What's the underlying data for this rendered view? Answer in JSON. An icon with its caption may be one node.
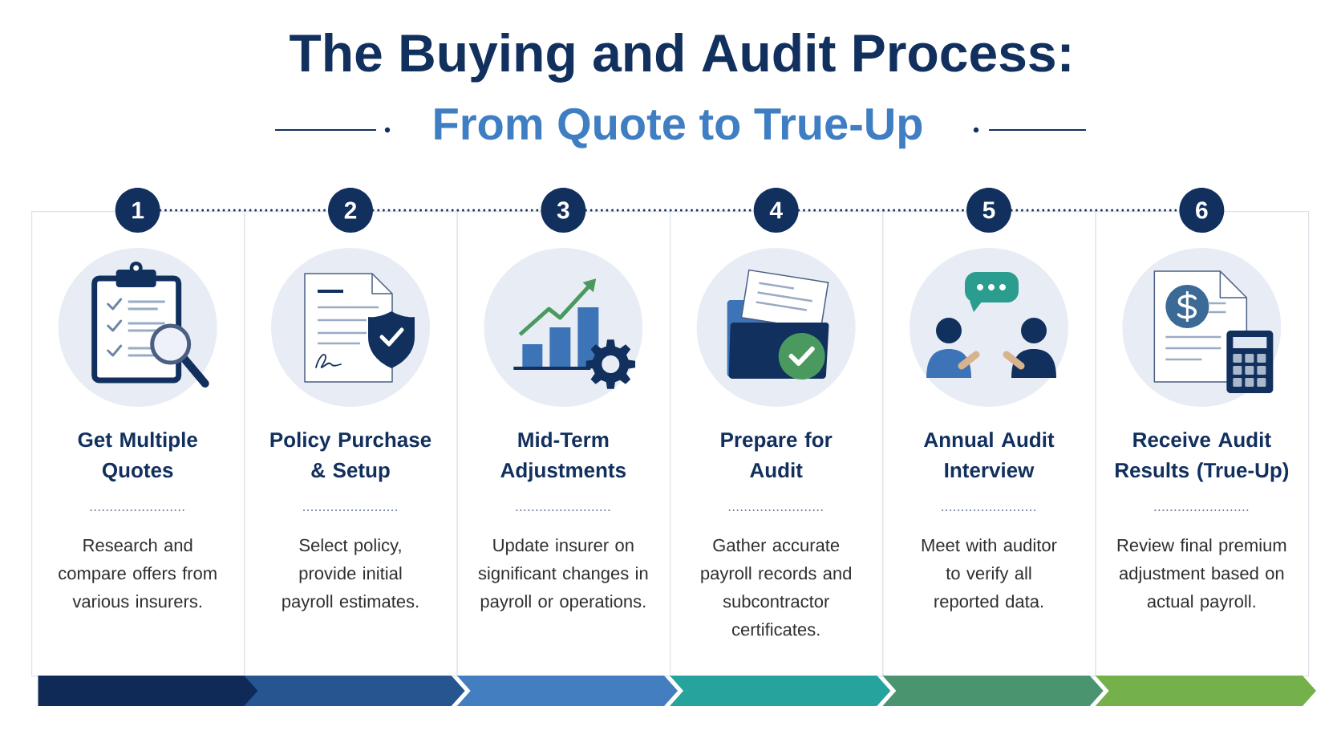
{
  "diagram": {
    "title": "The Buying and Audit Process:",
    "nodes": [
      {
        "text": [
          "1"
        ]
      },
      {
        "text": [
          "2"
        ]
      },
      {
        "text": [
          "3"
        ]
      },
      {
        "text": [
          "4"
        ]
      },
      {
        "text": [
          "5"
        ]
      },
      {
        "text": [
          "6"
        ]
      },
      {
        "text": [
          "Get Multiple Quotes",
          "Research and compare offers from various insurers."
        ]
      },
      {
        "text": [
          "Policy Purchase & Setup",
          "Select policy, provide initial payroll estimates."
        ]
      },
      {
        "text": [
          "Mid-Term Adjustments",
          "Update insurer on significant changes in payroll or operations."
        ]
      },
      {
        "text": [
          "Prepare for Audit",
          "Gather accurate payroll records and subcontractor certificates."
        ]
      },
      {
        "text": [
          "Annual Audit Interview",
          "Meet with auditor to verify all reported data."
        ]
      },
      {
        "text": [
          "Receive Audit Results (True-Up)",
          "Review final premium adjustment based on actual payroll."
        ]
      },
      {
        "text": [],
        "shape": "chevron"
      },
      {
        "text": [],
        "shape": "chevron"
      },
      {
        "text": [],
        "shape": "chevron"
      },
      {
        "text": [],
        "shape": "chevron"
      },
      {
        "text": [],
        "shape": "chevron"
      },
      {
        "text": [],
        "shape": "chevron"
      }
    ],
    "edges": [
      {
        "from": 0,
        "to": 1,
        "arrow": "none"
      },
      {
        "from": 1,
        "to": 2,
        "arrow": "none"
      },
      {
        "from": 2,
        "to": 3,
        "arrow": "none"
      },
      {
        "from": 3,
        "to": 4,
        "arrow": "none"
      },
      {
        "from": 4,
        "to": 5,
        "arrow": "none"
      }
    ],
    "labels": [
      "From Quote to True-Up"
    ]
  }
}
